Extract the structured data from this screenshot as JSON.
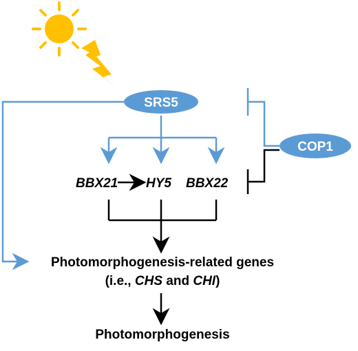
{
  "nodes": {
    "srs5": "SRS5",
    "cop1": "COP1"
  },
  "genes": {
    "bbx21": "BBX21",
    "hy5": "HY5",
    "bbx22": "BBX22"
  },
  "targets": {
    "title": "Photomorphogenesis-related genes",
    "line2_prefix": "(i.e., ",
    "chs": "CHS",
    "line2_mid": " and ",
    "chi": "CHI",
    "line2_suffix": ")"
  },
  "outcome": "Photomorphogenesis",
  "colors": {
    "node_fill": "#5b9bd5",
    "blue_line": "#5b9bd5",
    "black_line": "#000000",
    "sun": "#ffc000",
    "sun_ray": "#ffc000",
    "bolt": "#ffc000"
  },
  "icons": {
    "sun": "sun-icon",
    "light": "lightning-bolt-icon"
  }
}
